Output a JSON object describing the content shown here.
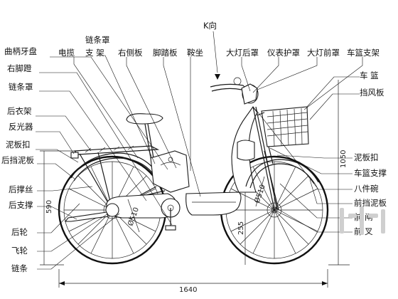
{
  "diagram": {
    "view_direction_label": "K向",
    "labels_left": [
      "曲柄牙盘",
      "右脚蹬",
      "链条罩",
      "后衣架",
      "反光器",
      "泥板扣",
      "后挡泥板",
      "后撑丝",
      "后支撑",
      "后轮",
      "飞轮",
      "链条"
    ],
    "labels_top": [
      "链条罩",
      "支 架",
      "电揽",
      "右侧板",
      "脚踏板",
      "鞍坐",
      "大灯后罩",
      "仪表护罩",
      "大灯前罩",
      "车篮支架"
    ],
    "labels_right": [
      "车 篮",
      "挡风板",
      "泥板扣",
      "车篮支撑",
      "八件碗",
      "前挡泥板",
      "前 闸",
      "前 叉"
    ],
    "dimensions": {
      "overall_length": "1640",
      "overall_height": "1050",
      "seat_height": "590",
      "deck_height": "255",
      "rear_wheel_diameter": "Ø510",
      "front_wheel_diameter": "Ø510"
    },
    "colors": {
      "line": "#1a1a1a",
      "background": "#ffffff"
    }
  }
}
